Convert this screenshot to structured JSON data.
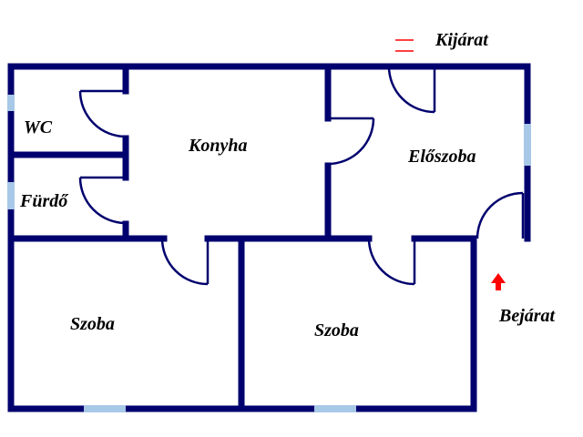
{
  "rooms": {
    "wc": "WC",
    "furdo": "Fürdő",
    "konyha": "Konyha",
    "eloszoba": "Előszoba",
    "szoba_left": "Szoba",
    "szoba_right": "Szoba"
  },
  "exits": {
    "kijarat": "Kijárat",
    "bejarat": "Bejárat"
  },
  "colors": {
    "wall": "#00006e",
    "window": "#a8c8e8",
    "marker": "#ff0000",
    "background": "#ffffff"
  }
}
